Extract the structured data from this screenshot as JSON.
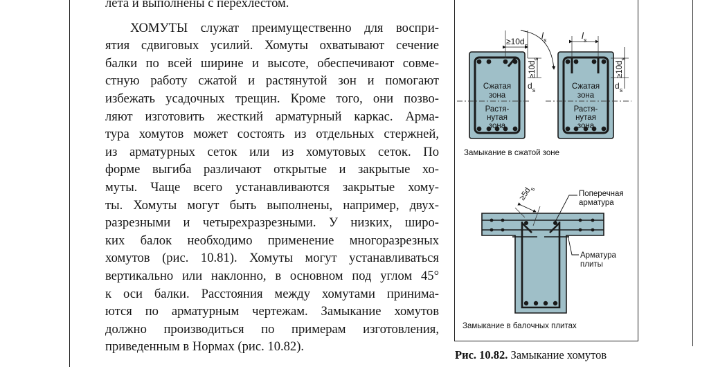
{
  "body_text": {
    "lines": [
      "лета и выполнены с перехлестом.",
      "ХОМУТЫ служат преимущественно для воспри-",
      "ятия сдвиговых усилий. Хомуты охватывают сечение",
      "балки по всей ширине и высоте, обеспечивают совме-",
      "стную работу сжатой и растянутой зон и помогают",
      "избежать усадочных трещин. Кроме того, они позво-",
      "ляют изготовить жесткий арматурный каркас. Арма-",
      "тура хомутов может состоять из отдельных стержней,",
      "из арматурных сеток или из хомутовых сеток. По",
      "форме выгиба различают открытые и закрытые хо-",
      "муты. Чаще всего устанавливаются закрытые хому-",
      "ты. Хомуты могут быть выполнены, например, двух-",
      "разрезными и четырехразрезными. У низких, широ-",
      "ких балок необходимо применение многоразрезных",
      "хомутов (рис. 10.81). Хомуты могут устанавливаться",
      "вертикально или наклонно, в основном под углом 45°",
      "к оси балки. Расстояния между хомутами принима-",
      "ются по арматурным чертежам. Замыкание хомутов",
      "должно производиться по примерам изготовления,",
      "приведенным в Нормах (рис. 10.82)."
    ]
  },
  "figure": {
    "top": {
      "dim_10ds_left": "≥10d",
      "dim_10ds_vert_left": "≥10d",
      "ds_label": "d",
      "ds_sub": "s",
      "ls_label": "l",
      "ls_sub": "s",
      "dim_10ds_vert_right": "≥10d",
      "compressed_zone": [
        "Сжатая",
        "зона"
      ],
      "tension_zone": [
        "Растя-",
        "нутая",
        "зона"
      ],
      "caption": "Замыкание в сжатой зоне"
    },
    "bottom": {
      "dim_5ds": "≥5d",
      "transverse": [
        "Поперечная",
        "арматура"
      ],
      "slab_rebar": [
        "Арматура",
        "плиты"
      ],
      "caption": "Замыкание в балочных плитах"
    },
    "fill_color": "#9fbfc8",
    "dark_color": "#1a1a1a"
  },
  "caption": {
    "number": "Рис. 10.82.",
    "title": "Замыкание хомутов"
  }
}
